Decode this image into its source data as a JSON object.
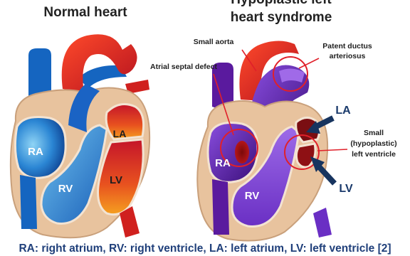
{
  "titles": {
    "normal": "Normal heart",
    "hlhs_line1": "Hypoplastic left",
    "hlhs_line2": "heart syndrome"
  },
  "normal_heart": {
    "ra": "RA",
    "rv": "RV",
    "la": "LA",
    "lv": "LV"
  },
  "hlhs_heart": {
    "ra": "RA",
    "rv": "RV",
    "la": "LA",
    "lv": "LV"
  },
  "annotations": {
    "small_aorta": "Small aorta",
    "asd": "Atrial septal defect",
    "pda_line1": "Patent ductus",
    "pda_line2": "arteriosus",
    "small_lv_line1": "Small",
    "small_lv_line2": "(hypoplastic)",
    "small_lv_line3": "left ventricle"
  },
  "caption": "RA: right atrium, RV: right ventricle, LA: left atrium, LV: left ventricle [2]",
  "colors": {
    "vein_blue": "#1565c0",
    "body_tan": "#e8c39e",
    "aorta_red": "#e8231a",
    "purple": "#5a1a9e",
    "arrow_navy": "#17345f",
    "circle_red": "#e0202a"
  }
}
